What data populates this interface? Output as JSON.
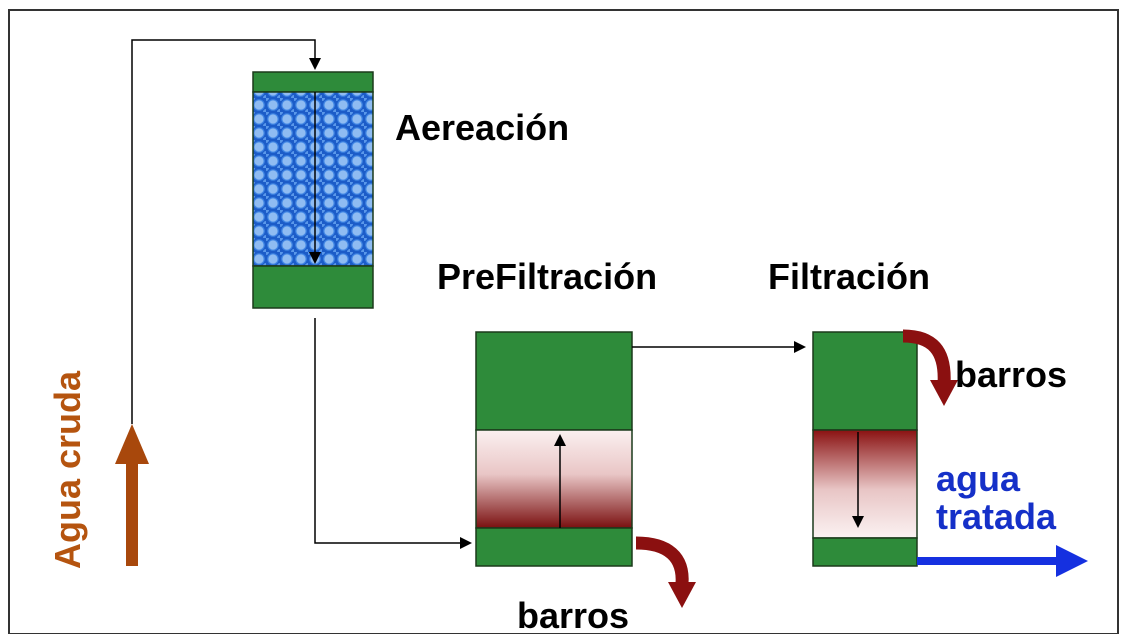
{
  "labels": {
    "aeracion": "Aereación",
    "prefiltracion": "PreFiltración",
    "filtracion": "Filtración",
    "barros_filtracion": "barros",
    "barros_prefiltracion": "barros",
    "agua_tratada_line1": "agua",
    "agua_tratada_line2": "tratada",
    "agua_cruda": "Agua cruda"
  },
  "colors": {
    "tank_green": "#2e8b3a",
    "media_blue": "#2a6fd6",
    "sludge_red": "#8b1010",
    "agua_cruda_arrow": "#a8480c",
    "agua_tratada_arrow": "#1530e0",
    "flow_line": "#000000"
  }
}
